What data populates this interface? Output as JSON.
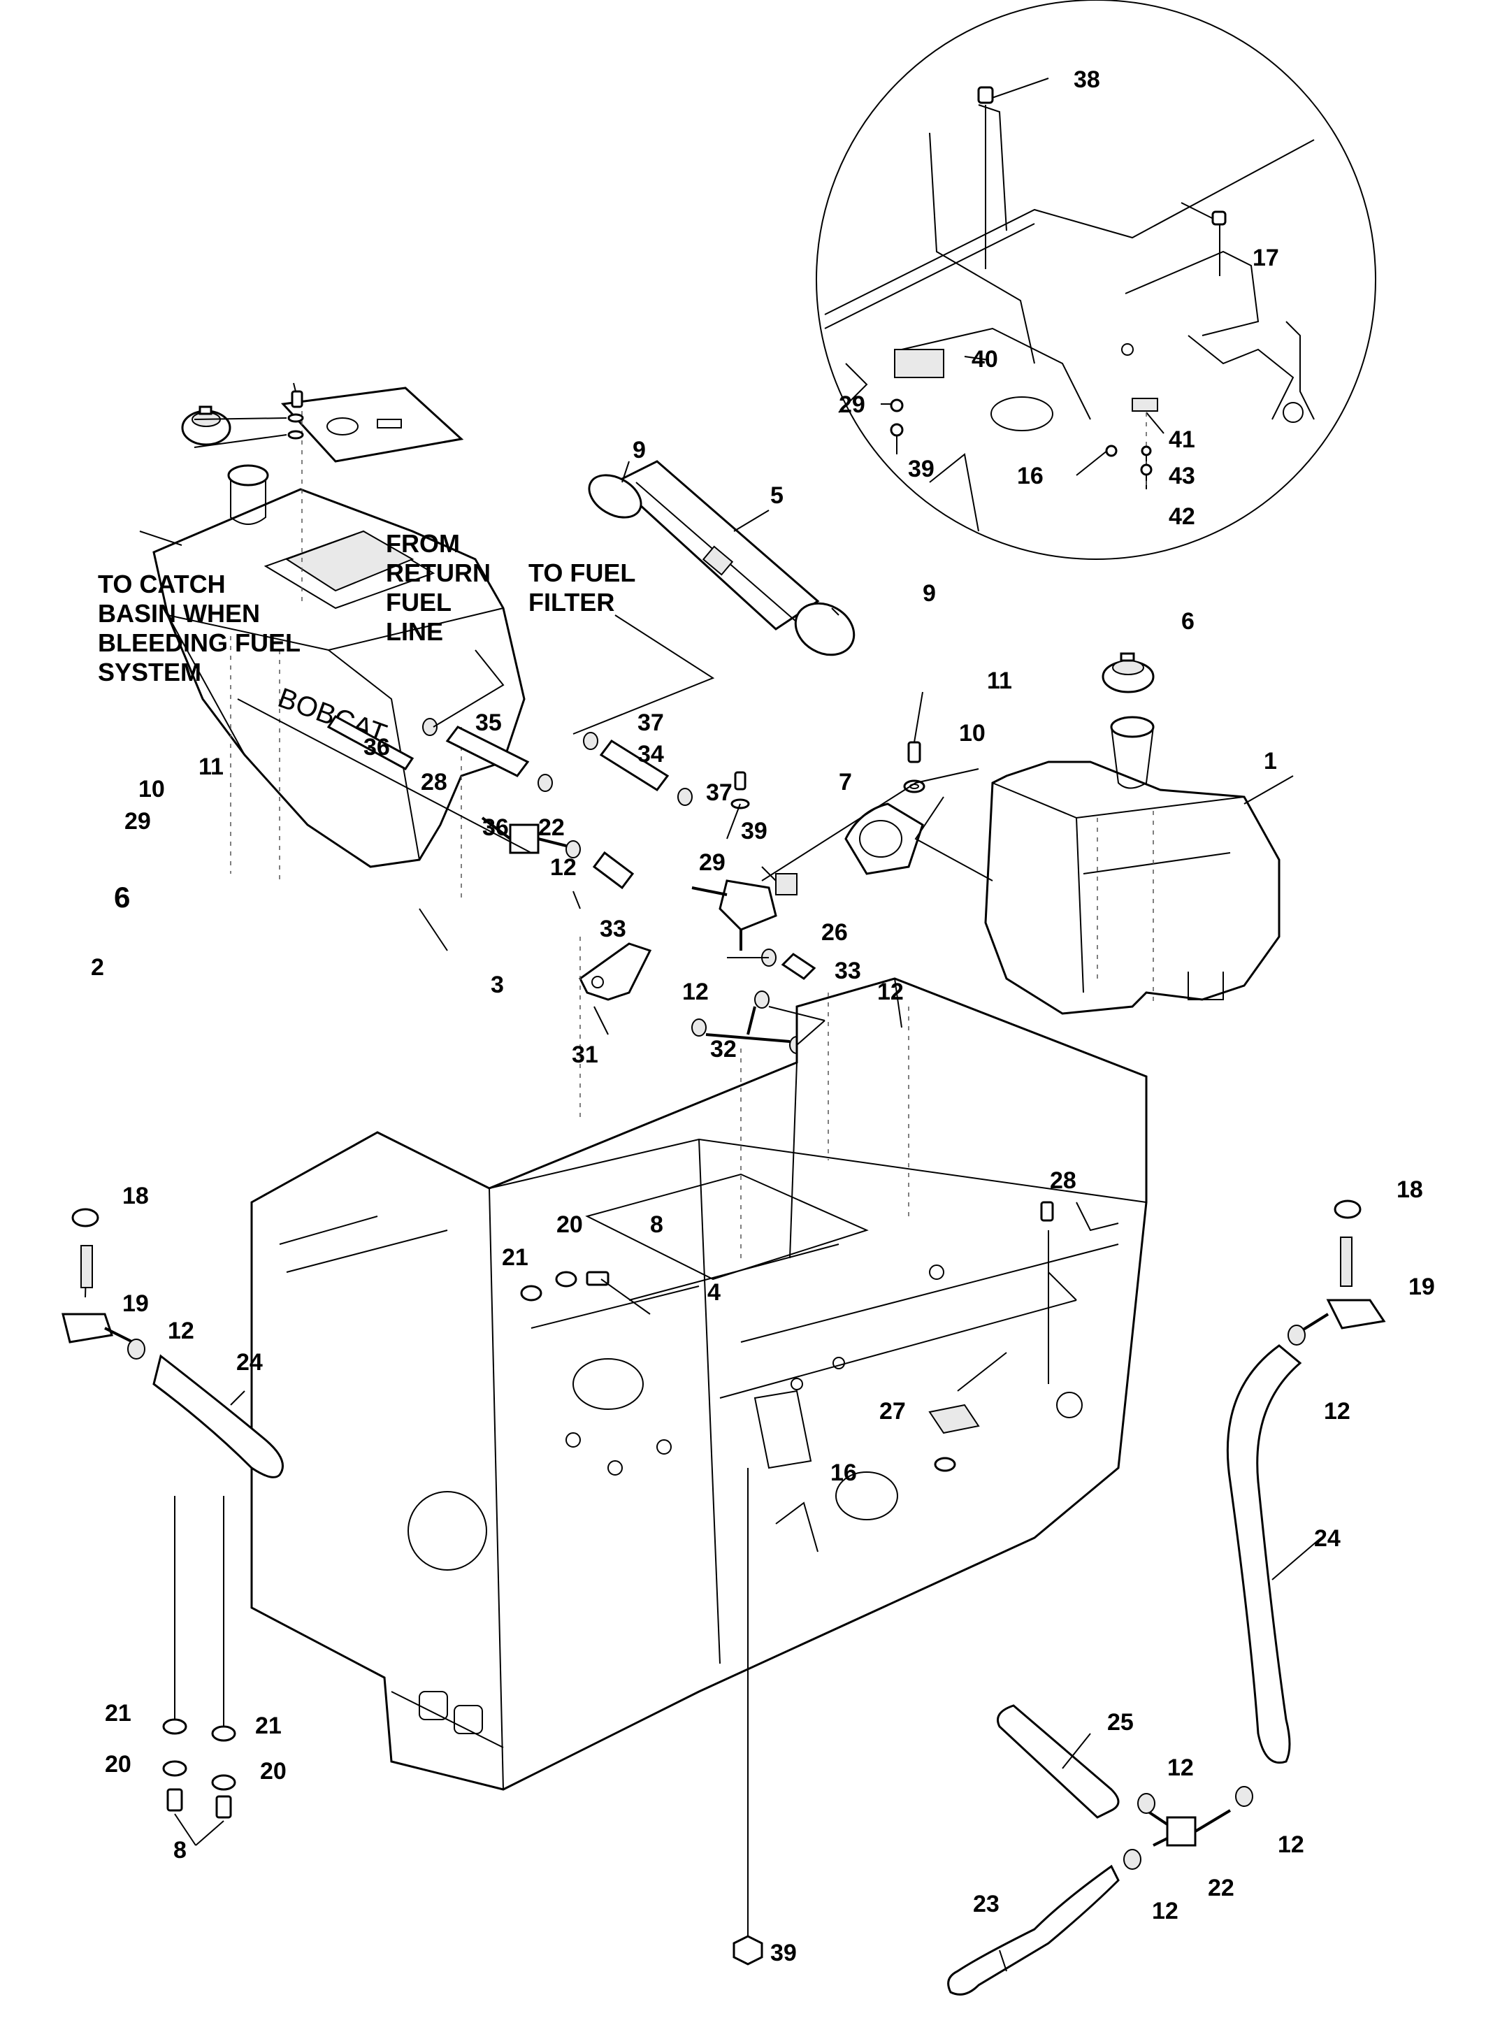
{
  "notes": {
    "catch_basin": [
      "TO CATCH",
      "BASIN WHEN",
      "BLEEDING FUEL",
      "SYSTEM"
    ],
    "return_fuel": [
      "FROM",
      "RETURN",
      "FUEL",
      "LINE"
    ],
    "fuel_filter": [
      "TO FUEL",
      "FILTER"
    ]
  },
  "brand_label": "BOBCAT",
  "callouts": {
    "c38": "38",
    "c17": "17",
    "c40": "40",
    "c29a": "29",
    "c39a": "39",
    "c41": "41",
    "c16a": "16",
    "c43": "43",
    "c42": "42",
    "c9a": "9",
    "c5": "5",
    "c9b": "9",
    "c6a": "6",
    "c11a": "11",
    "c10a": "10",
    "c7": "7",
    "c1": "1",
    "c37a": "37",
    "c34": "34",
    "c37b": "37",
    "c36a": "36",
    "c35": "35",
    "c36b": "36",
    "c28a": "28",
    "c22a": "22",
    "c11b": "11",
    "c10b": "10",
    "c29b": "29",
    "c6b": "6",
    "c3": "3",
    "c2": "2",
    "c39b": "39",
    "c29c": "29",
    "c26": "26",
    "c12a": "12",
    "c33a": "33",
    "c33b": "33",
    "c12b": "12",
    "c12c": "12",
    "c31": "31",
    "c32": "32",
    "c18a": "18",
    "c19a": "19",
    "c12d": "12",
    "c24a": "24",
    "c20a": "20",
    "c8a": "8",
    "c21a": "21",
    "c4": "4",
    "c28b": "28",
    "c27": "27",
    "c16b": "16",
    "c18b": "18",
    "c19b": "19",
    "c12e": "12",
    "c24b": "24",
    "c21b": "21",
    "c21c": "21",
    "c20b": "20",
    "c20c": "20",
    "c8b": "8",
    "c25": "25",
    "c12f": "12",
    "c12g": "12",
    "c22b": "22",
    "c12h": "12",
    "c23": "23",
    "c39c": "39"
  }
}
